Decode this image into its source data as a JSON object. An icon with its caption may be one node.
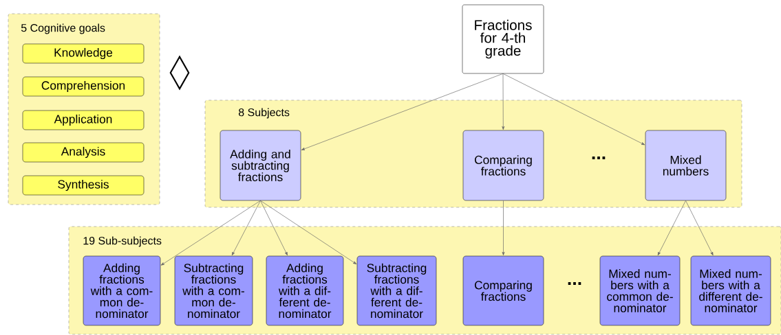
{
  "diagram": {
    "nodes": [
      {
        "text": [
          "5 Cognitive goals"
        ]
      },
      {
        "text": [
          "Knowledge"
        ],
        "in": 0
      },
      {
        "text": [
          "Comprehension"
        ],
        "in": 0
      },
      {
        "text": [
          "Application"
        ],
        "in": 0
      },
      {
        "text": [
          "Analysis"
        ],
        "in": 0
      },
      {
        "text": [
          "Synthesis"
        ],
        "in": 0
      },
      {
        "text": [],
        "shape": "diamond"
      },
      {
        "text": [
          "Fractions for 4-th grade"
        ]
      },
      {
        "text": [
          "8 Subjects"
        ]
      },
      {
        "text": [
          "Adding and subtracting fractions"
        ],
        "in": 8
      },
      {
        "text": [
          "Comparing fractions"
        ],
        "in": 8
      },
      {
        "text": [
          "Mixed numbers"
        ],
        "in": 8
      },
      {
        "text": [
          "19 Sub-subjects"
        ]
      },
      {
        "text": [
          "Adding fractions with a com- mon de- nominator"
        ],
        "in": 12
      },
      {
        "text": [
          "Subtracting fractions with a com- mon de- nominator"
        ],
        "in": 12
      },
      {
        "text": [
          "Adding fractions with a dif- ferent de- nominator"
        ],
        "in": 12
      },
      {
        "text": [
          "Subtracting fractions with a dif- ferent de- nominator"
        ],
        "in": 12
      },
      {
        "text": [
          "Comparing fractions"
        ],
        "in": 12
      },
      {
        "text": [
          "Mixed num- bers with a common de- nominator"
        ],
        "in": 12
      },
      {
        "text": [
          "Mixed num- bers with a different de- nominator"
        ],
        "in": 12
      }
    ],
    "edges": [
      {
        "from": 7,
        "to": 9,
        "arrow": "to"
      },
      {
        "from": 7,
        "to": 10,
        "arrow": "to"
      },
      {
        "from": 7,
        "to": 11,
        "arrow": "to"
      },
      {
        "from": 9,
        "to": 13,
        "arrow": "to"
      },
      {
        "from": 9,
        "to": 14,
        "arrow": "to"
      },
      {
        "from": 9,
        "to": 15,
        "arrow": "to"
      },
      {
        "from": 9,
        "to": 16,
        "arrow": "to"
      },
      {
        "from": 10,
        "to": 17,
        "arrow": "to"
      },
      {
        "from": 11,
        "to": 18,
        "arrow": "to"
      },
      {
        "from": 11,
        "to": 19,
        "arrow": "to"
      }
    ],
    "labels": [
      "...",
      "..."
    ]
  }
}
